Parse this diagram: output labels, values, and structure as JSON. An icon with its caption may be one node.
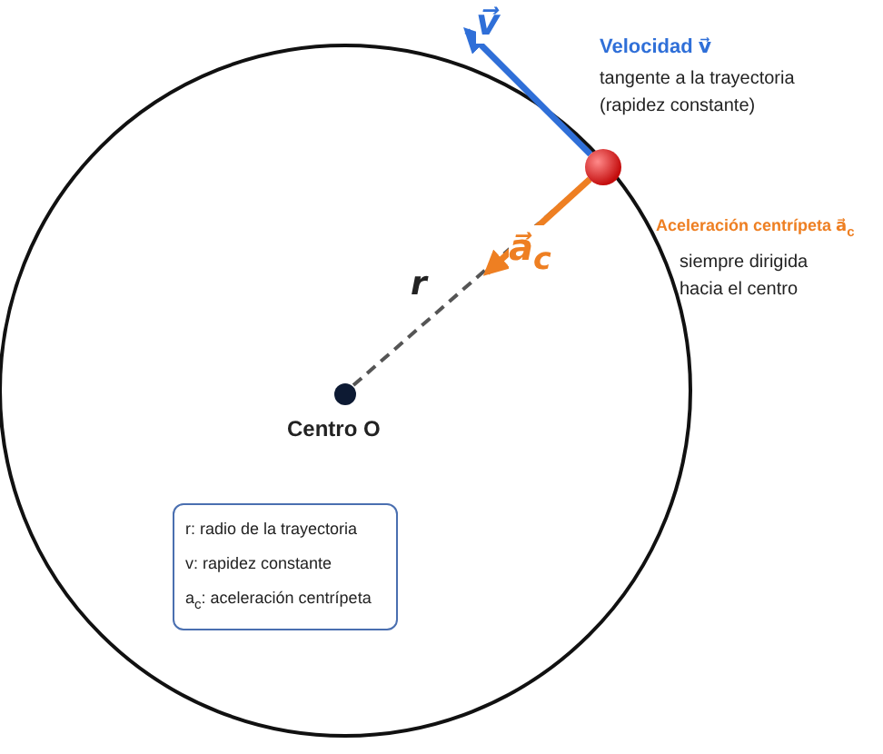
{
  "diagram": {
    "nodes": [
      {
        "text": [],
        "shape": "circle",
        "beside": [
          "Centro O"
        ]
      },
      {
        "text": [],
        "shape": "circle"
      }
    ],
    "edges": [
      {
        "from": 0,
        "to": 1,
        "arrow": "none",
        "label": "r",
        "style": "dashed",
        "color": "#555555"
      },
      {
        "from": 1,
        "to": null,
        "arrow": "to",
        "label": "v⃗",
        "color": "#2f6fd8"
      },
      {
        "from": 1,
        "to": null,
        "arrow": "to",
        "label": "a⃗$_{c}$",
        "color": "#ee7f22"
      }
    ],
    "labels": [
      "Velocidad v⃗",
      "tangente a la trayectoria (rapidez constante)",
      "Aceleración centrípeta a⃗$_{c}$",
      "siempre dirigida hacia el centro"
    ],
    "legend": [
      {
        "text": "r: radio de la trayectoria"
      },
      {
        "text": "v: rapidez constante"
      },
      {
        "text": "a$_{c}$: aceleración centrípeta"
      }
    ]
  }
}
